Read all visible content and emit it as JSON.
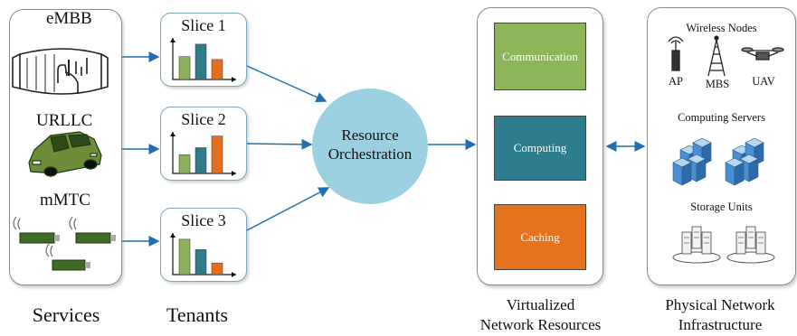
{
  "services": {
    "items": [
      {
        "label": "eMBB"
      },
      {
        "label": "URLLC"
      },
      {
        "label": "mMTC"
      }
    ],
    "footer": "Services"
  },
  "tenants": {
    "slices": [
      {
        "label": "Slice 1",
        "bars": [
          0.55,
          0.85,
          0.48
        ],
        "colors": [
          "#8db05a",
          "#2f7d8c",
          "#e46f1e"
        ]
      },
      {
        "label": "Slice 2",
        "bars": [
          0.45,
          0.62,
          0.9
        ],
        "colors": [
          "#8db05a",
          "#2f7d8c",
          "#e46f1e"
        ]
      },
      {
        "label": "Slice 3",
        "bars": [
          0.85,
          0.6,
          0.28
        ],
        "colors": [
          "#8db05a",
          "#2f7d8c",
          "#e46f1e"
        ]
      }
    ],
    "footer": "Tenants"
  },
  "orchestration": {
    "line1": "Resource",
    "line2": "Orchestration",
    "color": "#9ad0e0"
  },
  "virtualized": {
    "blocks": [
      {
        "label": "Communication",
        "color": "#8fb55a"
      },
      {
        "label": "Computing",
        "color": "#2e7d8e"
      },
      {
        "label": "Caching",
        "color": "#e5721c"
      }
    ],
    "footer_line1": "Virtualized",
    "footer_line2": "Network Resources"
  },
  "physical": {
    "wireless_title": "Wireless Nodes",
    "wireless_items": [
      {
        "label": "AP",
        "icon": "access-point-icon"
      },
      {
        "label": "MBS",
        "icon": "cell-tower-icon"
      },
      {
        "label": "UAV",
        "icon": "drone-icon"
      }
    ],
    "computing_title": "Computing Servers",
    "storage_title": "Storage Units",
    "footer_line1": "Physical Network",
    "footer_line2": "Infrastructure"
  },
  "colors": {
    "arrow": "#1f6fb5",
    "panel_border": "#8a8a8a",
    "slice_border": "#7ca7c0"
  }
}
